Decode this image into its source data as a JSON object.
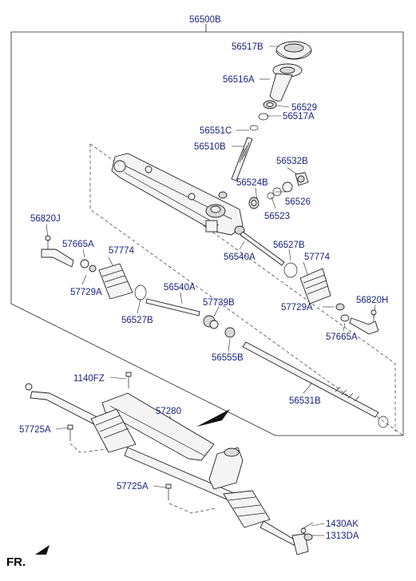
{
  "diagram": {
    "assembly_label": "56500B",
    "fr_label": "FR.",
    "labels": {
      "l56517B": "56517B",
      "l56516A": "56516A",
      "l56529": "56529",
      "l56517A": "56517A",
      "l56551C": "56551C",
      "l56510B": "56510B",
      "l56532B": "56532B",
      "l56524B": "56524B",
      "l56526": "56526",
      "l56523": "56523",
      "l56820J": "56820J",
      "l57665A_left": "57665A",
      "l57774_left": "57774",
      "l56527B_right": "56527B",
      "l56540A_upper": "56540A",
      "l57774_right": "57774",
      "l57729A_left": "57729A",
      "l56820H": "56820H",
      "l56540A_lower": "56540A",
      "l57739B": "57739B",
      "l57729A_right": "57729A",
      "l56527B_left": "56527B",
      "l57665A_right": "57665A",
      "l56555B": "56555B",
      "l56531B": "56531B",
      "l1140FZ": "1140FZ",
      "l57280": "57280",
      "l57725A_upper": "57725A",
      "l57725A_lower": "57725A",
      "l1430AK": "1430AK",
      "l1313DA": "1313DA"
    }
  }
}
